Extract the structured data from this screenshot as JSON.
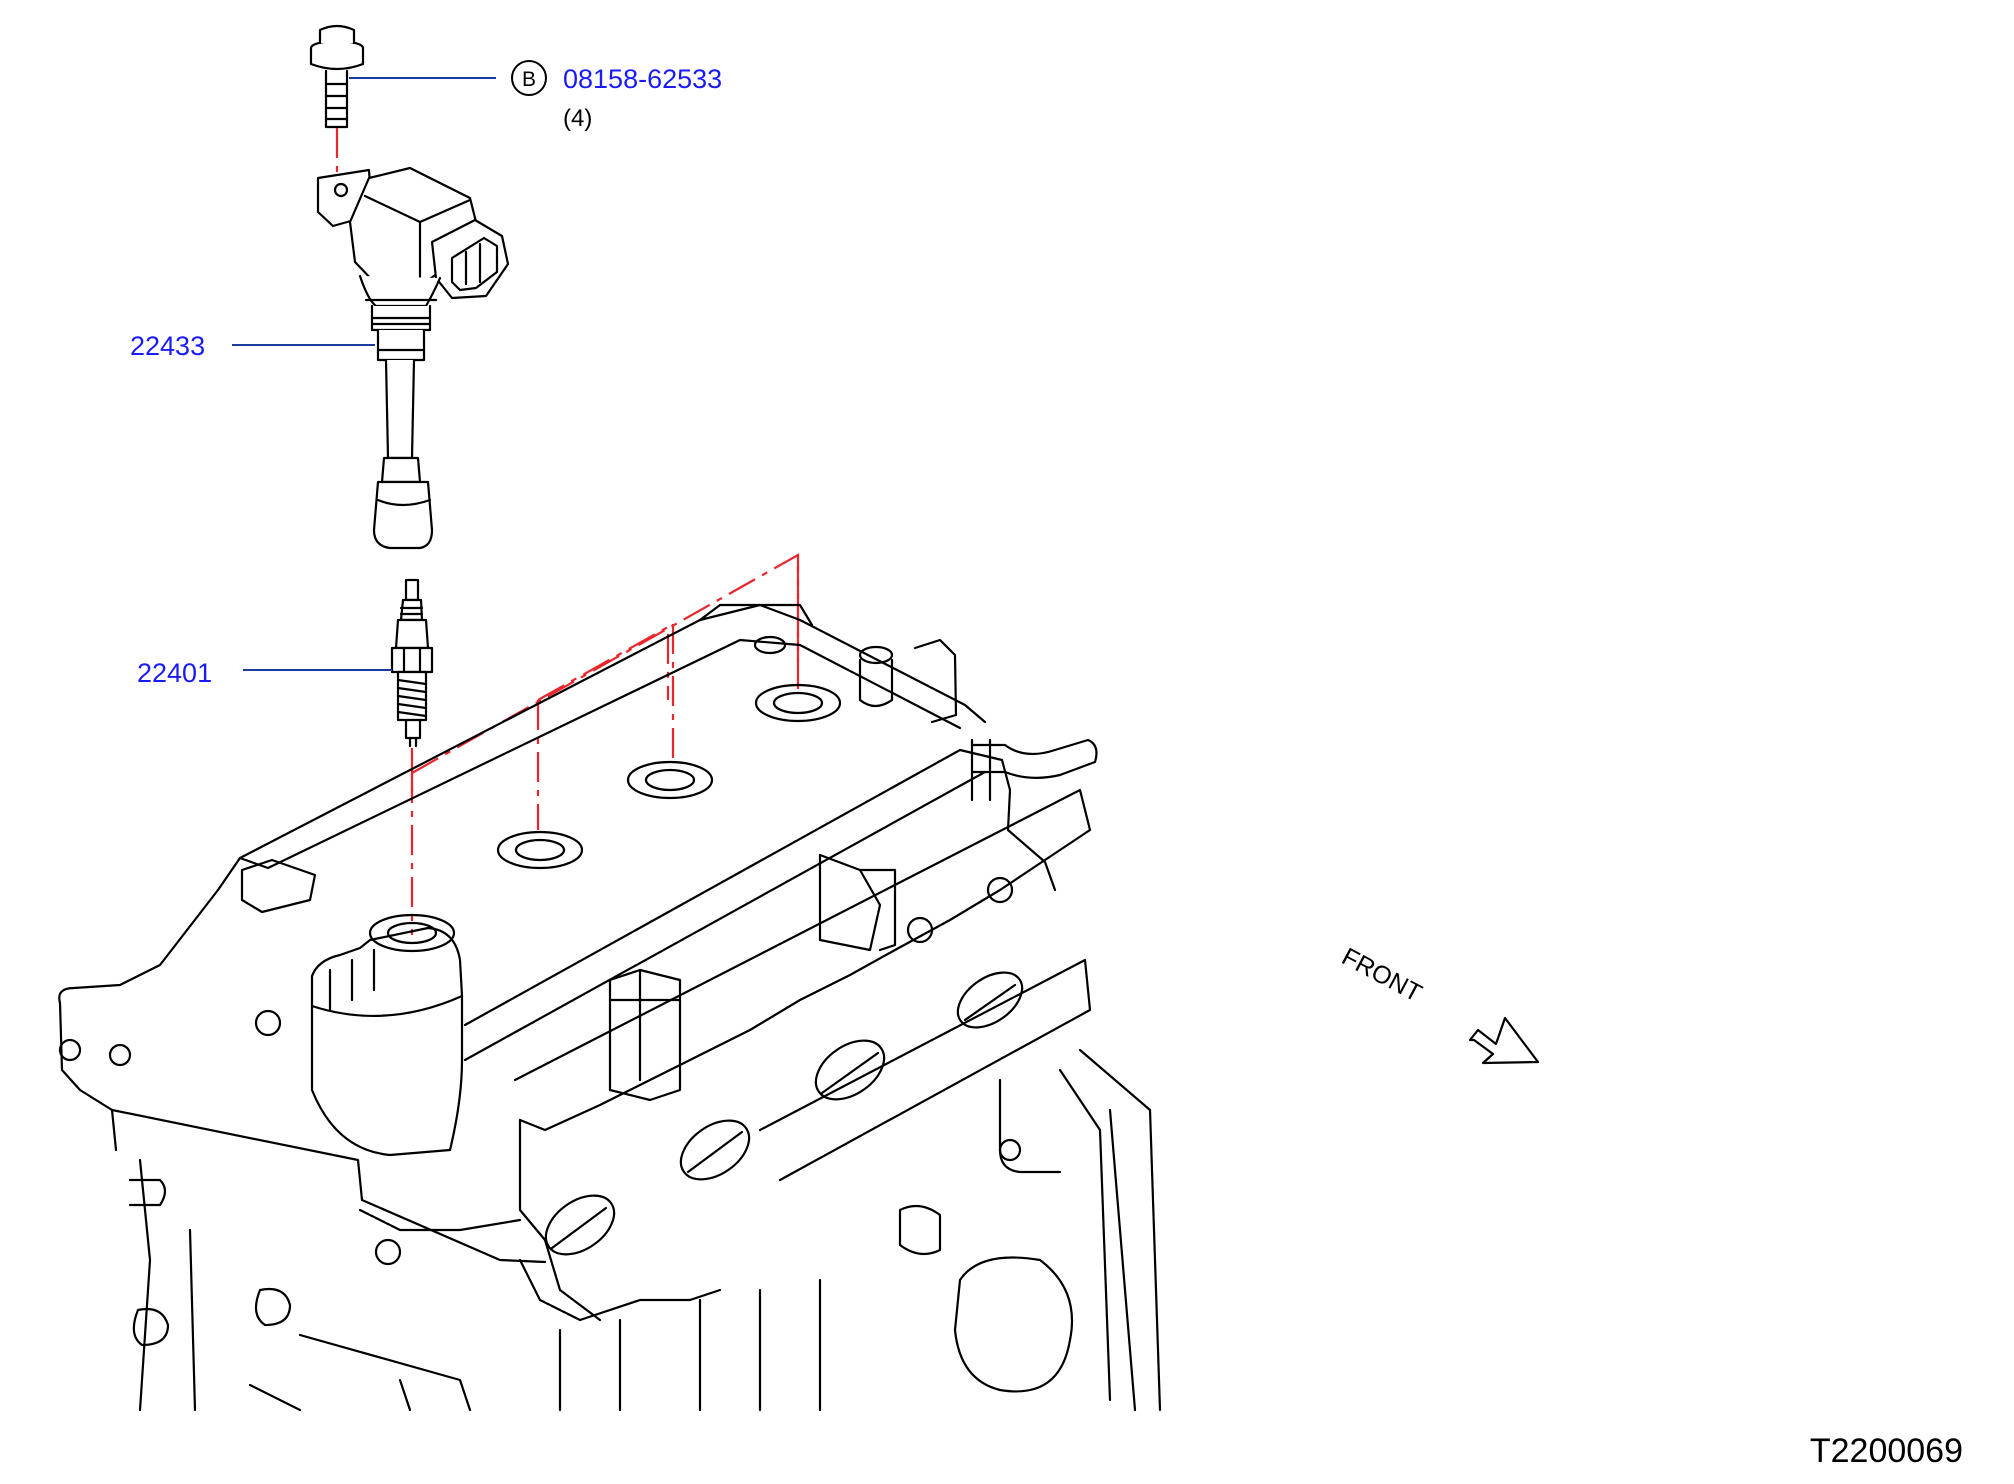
{
  "diagram": {
    "colors": {
      "line": "#000000",
      "leader": "#1a3a9c",
      "part_number": "#1a1aff",
      "centerline": "#e8262b"
    },
    "callouts": {
      "bolt_part": "08158-62533",
      "bolt_prefix": "B",
      "bolt_qty": "(4)",
      "coil_part": "22433",
      "plug_part": "22401"
    },
    "front_label": "FRONT",
    "figure_id": "T2200069"
  }
}
